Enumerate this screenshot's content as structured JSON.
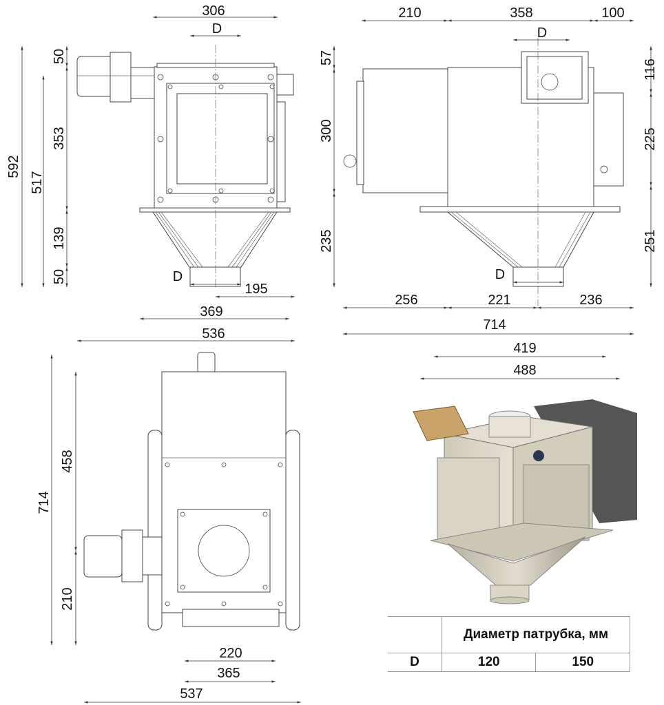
{
  "front_view": {
    "width_top": "306",
    "d_top": "D",
    "h_50_top": "50",
    "h_353": "353",
    "h_592": "592",
    "h_517": "517",
    "h_139": "139",
    "h_50_bottom": "50",
    "d_bottom": "D",
    "offset_195": "195",
    "base_369": "369",
    "overall_536": "536"
  },
  "side_view": {
    "w_210": "210",
    "w_358": "358",
    "w_100": "100",
    "d_top": "D",
    "h_57": "57",
    "h_300": "300",
    "h_235": "235",
    "h_116": "116",
    "h_225": "225",
    "h_251": "251",
    "d_bottom": "D",
    "w_256": "256",
    "w_221": "221",
    "w_236": "236",
    "overall_714": "714",
    "base_419": "419",
    "base_488": "488"
  },
  "top_view": {
    "h_714": "714",
    "h_458": "458",
    "h_210": "210",
    "w_220": "220",
    "w_365": "365",
    "w_537": "537"
  },
  "table": {
    "header": "Диаметр патрубка, мм",
    "row_label": "D",
    "values": [
      "120",
      "150"
    ]
  },
  "colors": {
    "render_body": "#d8d2c2",
    "render_box": "#c9a36a",
    "render_dark": "#555555"
  }
}
